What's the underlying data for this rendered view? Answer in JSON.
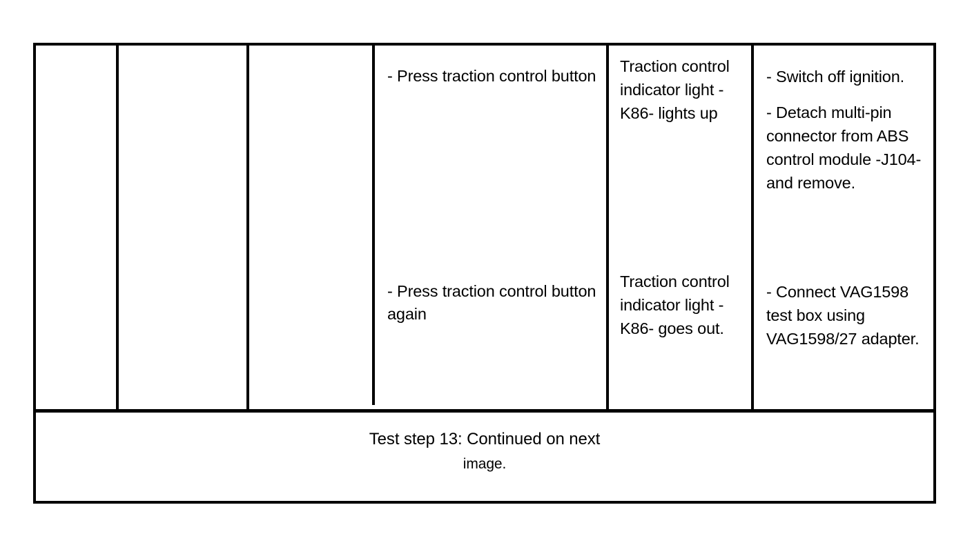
{
  "document": {
    "kind": "workshop-manual-test-step-table",
    "caption": {
      "line1": "Test step 13: Continued on next",
      "line2": "image."
    }
  },
  "table": {
    "columns": [
      {
        "id": "col1",
        "label": "",
        "empty": true
      },
      {
        "id": "col2",
        "label": "",
        "empty": true
      },
      {
        "id": "col3",
        "label": "",
        "empty": true
      },
      {
        "id": "col4",
        "label": "",
        "empty": false
      },
      {
        "id": "col5",
        "label": "",
        "empty": false
      },
      {
        "id": "col6",
        "label": "",
        "empty": false
      }
    ],
    "rows": [
      {
        "id": "row-a",
        "action": "- Press traction control button",
        "display": "Traction control indicator light -K86- lights up",
        "remedy_1": "- Switch off ignition.",
        "remedy_2": "- Detach multi-pin connector from ABS control module -J104- and remove."
      },
      {
        "id": "row-b",
        "action": "- Press traction control button again",
        "display": "Traction control indicator light -K86- goes out.",
        "remedy_1": "- Connect VAG1598 test box using VAG1598/27 adapter.",
        "remedy_2": ""
      }
    ]
  },
  "colors": {
    "ink": "#000000",
    "paper": "#ffffff"
  }
}
